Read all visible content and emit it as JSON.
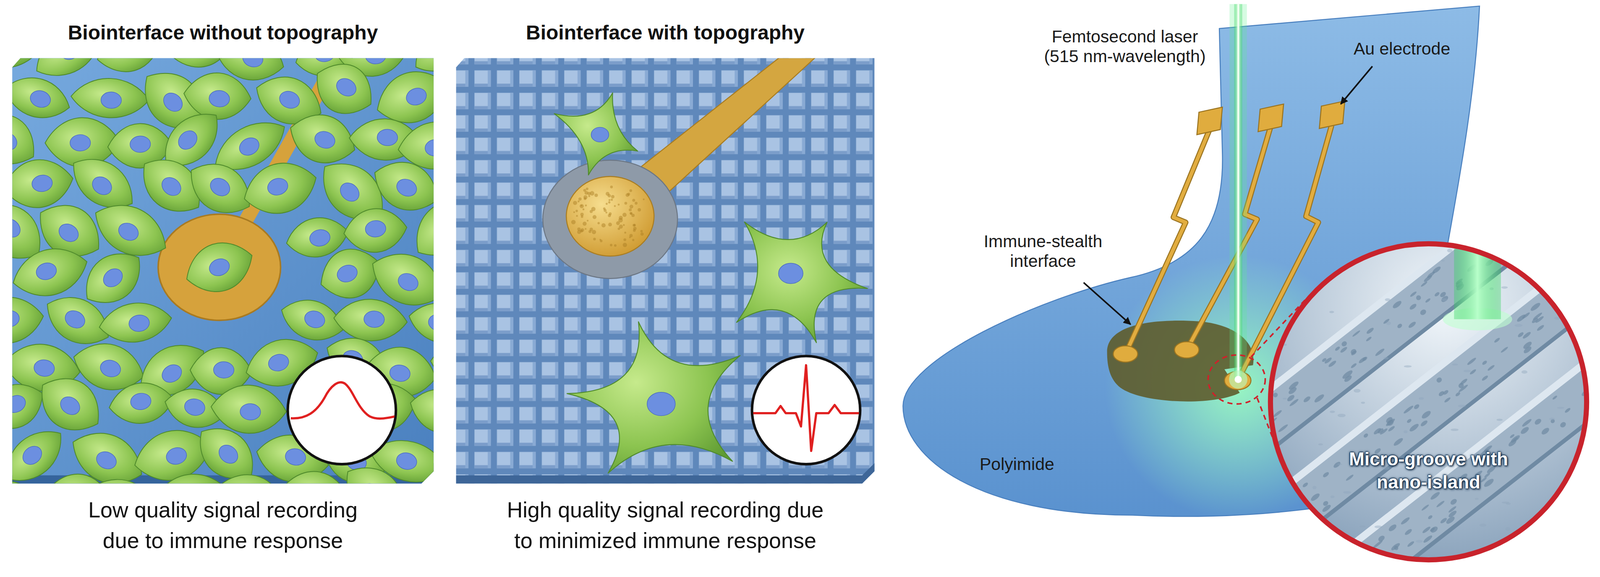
{
  "diagram": {
    "nodes": [
      {
        "text": [
          "Biointerface without topography",
          "Low quality signal recording due to immune response"
        ]
      },
      {
        "text": [
          "Biointerface with topography",
          "High quality signal recording due to minimized immune response"
        ]
      },
      {
        "text": [
          "Micro-groove with nano-island"
        ]
      }
    ],
    "labels": [
      "Femtosecond laser (515 nm-wavelength)",
      "Au electrode",
      "Immune-stealth interface",
      "Polyimide"
    ]
  }
}
